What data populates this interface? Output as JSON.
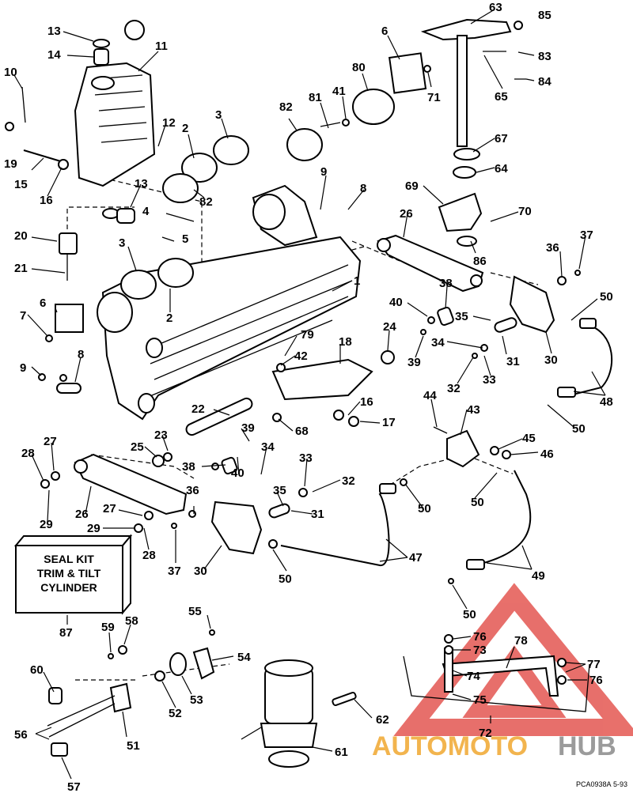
{
  "callouts": [
    {
      "id": "c-13a",
      "label": "13"
    },
    {
      "id": "c-14",
      "label": "14"
    },
    {
      "id": "c-11",
      "label": "11"
    },
    {
      "id": "c-10",
      "label": "10"
    },
    {
      "id": "c-19",
      "label": "19"
    },
    {
      "id": "c-15",
      "label": "15"
    },
    {
      "id": "c-16a",
      "label": "16"
    },
    {
      "id": "c-12",
      "label": "12"
    },
    {
      "id": "c-2a",
      "label": "2"
    },
    {
      "id": "c-3a",
      "label": "3"
    },
    {
      "id": "c-13b",
      "label": "13"
    },
    {
      "id": "c-82a",
      "label": "82"
    },
    {
      "id": "c-4",
      "label": "4"
    },
    {
      "id": "c-5",
      "label": "5"
    },
    {
      "id": "c-20",
      "label": "20"
    },
    {
      "id": "c-21",
      "label": "21"
    },
    {
      "id": "c-3b",
      "label": "3"
    },
    {
      "id": "c-2b",
      "label": "2"
    },
    {
      "id": "c-6a",
      "label": "6"
    },
    {
      "id": "c-7",
      "label": "7"
    },
    {
      "id": "c-8a",
      "label": "8"
    },
    {
      "id": "c-9a",
      "label": "9"
    },
    {
      "id": "c-1",
      "label": "1"
    },
    {
      "id": "c-82b",
      "label": "82"
    },
    {
      "id": "c-81",
      "label": "81"
    },
    {
      "id": "c-41",
      "label": "41"
    },
    {
      "id": "c-80",
      "label": "80"
    },
    {
      "id": "c-6b",
      "label": "6"
    },
    {
      "id": "c-71",
      "label": "71"
    },
    {
      "id": "c-63",
      "label": "63"
    },
    {
      "id": "c-85",
      "label": "85"
    },
    {
      "id": "c-83",
      "label": "83"
    },
    {
      "id": "c-65",
      "label": "65"
    },
    {
      "id": "c-84",
      "label": "84"
    },
    {
      "id": "c-67",
      "label": "67"
    },
    {
      "id": "c-64",
      "label": "64"
    },
    {
      "id": "c-69",
      "label": "69"
    },
    {
      "id": "c-9b",
      "label": "9"
    },
    {
      "id": "c-8b",
      "label": "8"
    },
    {
      "id": "c-26a",
      "label": "26"
    },
    {
      "id": "c-70",
      "label": "70"
    },
    {
      "id": "c-86",
      "label": "86"
    },
    {
      "id": "c-36a",
      "label": "36"
    },
    {
      "id": "c-37a",
      "label": "37"
    },
    {
      "id": "c-38a",
      "label": "38"
    },
    {
      "id": "c-40a",
      "label": "40"
    },
    {
      "id": "c-35a",
      "label": "35"
    },
    {
      "id": "c-50a",
      "label": "50"
    },
    {
      "id": "c-34a",
      "label": "34"
    },
    {
      "id": "c-39a",
      "label": "39"
    },
    {
      "id": "c-24",
      "label": "24"
    },
    {
      "id": "c-79",
      "label": "79"
    },
    {
      "id": "c-42",
      "label": "42"
    },
    {
      "id": "c-18",
      "label": "18"
    },
    {
      "id": "c-30a",
      "label": "30"
    },
    {
      "id": "c-31a",
      "label": "31"
    },
    {
      "id": "c-32a",
      "label": "32"
    },
    {
      "id": "c-33a",
      "label": "33"
    },
    {
      "id": "c-48",
      "label": "48"
    },
    {
      "id": "c-44",
      "label": "44"
    },
    {
      "id": "c-43",
      "label": "43"
    },
    {
      "id": "c-16b",
      "label": "16"
    },
    {
      "id": "c-17",
      "label": "17"
    },
    {
      "id": "c-68",
      "label": "68"
    },
    {
      "id": "c-22",
      "label": "22"
    },
    {
      "id": "c-50b",
      "label": "50"
    },
    {
      "id": "c-45",
      "label": "45"
    },
    {
      "id": "c-46",
      "label": "46"
    },
    {
      "id": "c-23",
      "label": "23"
    },
    {
      "id": "c-39b",
      "label": "39"
    },
    {
      "id": "c-27a",
      "label": "27"
    },
    {
      "id": "c-28a",
      "label": "28"
    },
    {
      "id": "c-25",
      "label": "25"
    },
    {
      "id": "c-38b",
      "label": "38"
    },
    {
      "id": "c-40b",
      "label": "40"
    },
    {
      "id": "c-34b",
      "label": "34"
    },
    {
      "id": "c-33b",
      "label": "33"
    },
    {
      "id": "c-32b",
      "label": "32"
    },
    {
      "id": "c-50c",
      "label": "50"
    },
    {
      "id": "c-50d",
      "label": "50"
    },
    {
      "id": "c-29a",
      "label": "29"
    },
    {
      "id": "c-26b",
      "label": "26"
    },
    {
      "id": "c-27b",
      "label": "27"
    },
    {
      "id": "c-36b",
      "label": "36"
    },
    {
      "id": "c-35b",
      "label": "35"
    },
    {
      "id": "c-31b",
      "label": "31"
    },
    {
      "id": "c-29b",
      "label": "29"
    },
    {
      "id": "c-28b",
      "label": "28"
    },
    {
      "id": "c-37b",
      "label": "37"
    },
    {
      "id": "c-30b",
      "label": "30"
    },
    {
      "id": "c-50e",
      "label": "50"
    },
    {
      "id": "c-47",
      "label": "47"
    },
    {
      "id": "c-49",
      "label": "49"
    },
    {
      "id": "c-87",
      "label": "87"
    },
    {
      "id": "c-55",
      "label": "55"
    },
    {
      "id": "c-58",
      "label": "58"
    },
    {
      "id": "c-59",
      "label": "59"
    },
    {
      "id": "c-54",
      "label": "54"
    },
    {
      "id": "c-60",
      "label": "60"
    },
    {
      "id": "c-53",
      "label": "53"
    },
    {
      "id": "c-52",
      "label": "52"
    },
    {
      "id": "c-56",
      "label": "56"
    },
    {
      "id": "c-51",
      "label": "51"
    },
    {
      "id": "c-57",
      "label": "57"
    },
    {
      "id": "c-62",
      "label": "62"
    },
    {
      "id": "c-61",
      "label": "61"
    },
    {
      "id": "c-50f",
      "label": "50"
    },
    {
      "id": "c-76a",
      "label": "76"
    },
    {
      "id": "c-73",
      "label": "73"
    },
    {
      "id": "c-78",
      "label": "78"
    },
    {
      "id": "c-74",
      "label": "74"
    },
    {
      "id": "c-77",
      "label": "77"
    },
    {
      "id": "c-76b",
      "label": "76"
    },
    {
      "id": "c-75",
      "label": "75"
    },
    {
      "id": "c-72",
      "label": "72"
    }
  ],
  "seal_kit": {
    "line1": "SEAL KIT",
    "line2": "TRIM & TILT",
    "line3": "CYLINDER"
  },
  "figure_code": "PCA0938A",
  "figure_date": "5-93",
  "watermark": {
    "part1": "AUTOMOTO",
    "part2": "HUB",
    "color1": "#f0a830",
    "color2": "#8a8a8a",
    "triangle_color": "#e0403a"
  }
}
